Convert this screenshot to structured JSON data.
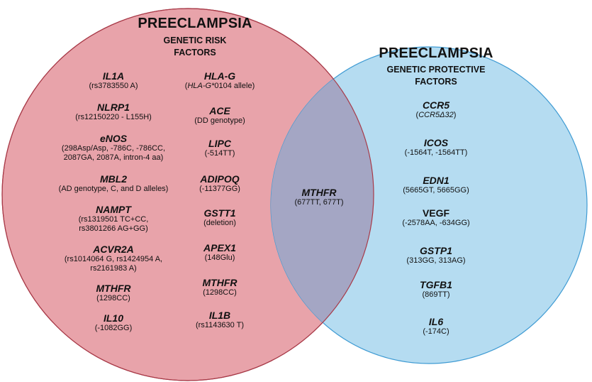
{
  "colors": {
    "risk_fill": "#e8a3aa",
    "risk_stroke": "#a83a48",
    "protective_fill": "#b5dcf1",
    "protective_stroke": "#3f9bd3",
    "overlap_fill": "#a4a6c4"
  },
  "risk": {
    "title": "PREECLAMPSIA",
    "subtitle_line1": "GENETIC RISK",
    "subtitle_line2": "FACTORS",
    "left_column": [
      {
        "gene": "IL1A",
        "variant_lines": [
          "(rs3783550 A)"
        ]
      },
      {
        "gene": "NLRP1",
        "variant_lines": [
          "(rs12150220 - L155H)"
        ]
      },
      {
        "gene": "eNOS",
        "variant_lines": [
          "(298Asp/Asp, -786C, -786CC,",
          "2087GA, 2087A, intron-4 aa)"
        ]
      },
      {
        "gene": "MBL2",
        "variant_lines": [
          "(AD genotype, C, and D alleles)"
        ]
      },
      {
        "gene": "NAMPT",
        "variant_lines": [
          "(rs1319501 TC+CC,",
          "rs3801266 AG+GG)"
        ]
      },
      {
        "gene": "ACVR2A",
        "variant_lines": [
          "(rs1014064 G, rs1424954 A,",
          "rs2161983 A)"
        ]
      },
      {
        "gene": "MTHFR",
        "variant_lines": [
          "(1298CC)"
        ]
      },
      {
        "gene": "IL10",
        "variant_lines": [
          "(-1082GG)"
        ]
      }
    ],
    "right_column": [
      {
        "gene": "HLA-G",
        "variant_italic": "HLA-G*",
        "variant_rest": "0104 allele",
        "variant_open": "(",
        "variant_close": ")"
      },
      {
        "gene": "ACE",
        "variant_lines": [
          "(DD genotype)"
        ]
      },
      {
        "gene": "LIPC",
        "variant_lines": [
          "(-514TT)"
        ]
      },
      {
        "gene": "ADIPOQ",
        "variant_lines": [
          "(-11377GG)"
        ]
      },
      {
        "gene": "GSTT1",
        "variant_lines": [
          "(deletion)"
        ]
      },
      {
        "gene": "APEX1",
        "variant_lines": [
          "(148Glu)"
        ]
      },
      {
        "gene": "MTHFR",
        "variant_lines": [
          "(1298CC)"
        ]
      },
      {
        "gene": "IL1B",
        "variant_lines": [
          "(rs1143630 T)"
        ]
      }
    ]
  },
  "shared": {
    "gene": "MTHFR",
    "variant": "(677TT, 677T)"
  },
  "protective": {
    "title": "PREECLAMPSIA",
    "subtitle_line1": "GENETIC PROTECTIVE",
    "subtitle_line2": "FACTORS",
    "items": [
      {
        "gene": "CCR5",
        "variant_italic": "CCR5",
        "variant_rest": "Δ32",
        "variant_open": "(",
        "variant_close": ")"
      },
      {
        "gene": "ICOS",
        "variant_lines": [
          "(-1564T, -1564TT)"
        ]
      },
      {
        "gene": "EDN1",
        "variant_lines": [
          "(5665GT, 5665GG)"
        ]
      },
      {
        "gene": "VEGF",
        "variant_lines": [
          "(-2578AA, -634GG)"
        ]
      },
      {
        "gene": "GSTP1",
        "variant_lines": [
          "(313GG, 313AG)"
        ]
      },
      {
        "gene": "TGFB1",
        "variant_lines": [
          "(869TT)"
        ]
      },
      {
        "gene": "IL6",
        "variant_lines": [
          "(-174C)"
        ]
      }
    ]
  }
}
